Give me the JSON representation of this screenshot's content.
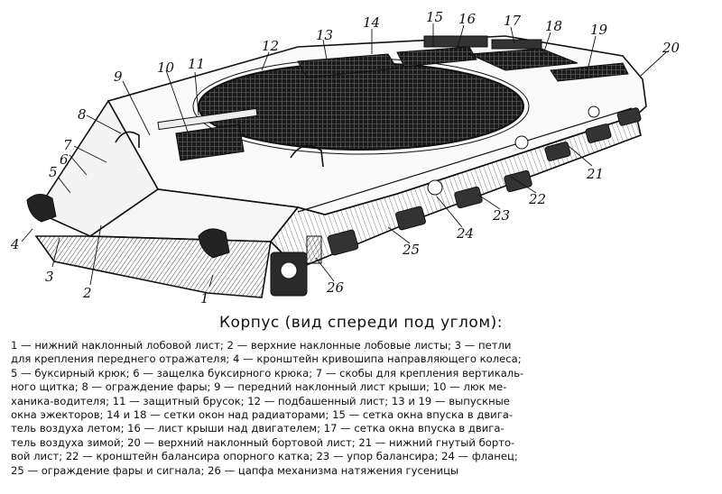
{
  "figure": {
    "labels": [
      {
        "id": "1",
        "text": "1"
      },
      {
        "id": "2",
        "text": "2"
      },
      {
        "id": "3",
        "text": "3"
      },
      {
        "id": "4",
        "text": "4"
      },
      {
        "id": "5",
        "text": "5"
      },
      {
        "id": "6",
        "text": "6"
      },
      {
        "id": "7",
        "text": "7"
      },
      {
        "id": "8",
        "text": "8"
      },
      {
        "id": "9",
        "text": "9"
      },
      {
        "id": "10",
        "text": "10"
      },
      {
        "id": "11",
        "text": "11"
      },
      {
        "id": "12",
        "text": "12"
      },
      {
        "id": "13",
        "text": "13"
      },
      {
        "id": "14",
        "text": "14"
      },
      {
        "id": "15",
        "text": "15"
      },
      {
        "id": "16",
        "text": "16"
      },
      {
        "id": "17",
        "text": "17"
      },
      {
        "id": "18",
        "text": "18"
      },
      {
        "id": "19",
        "text": "19"
      },
      {
        "id": "20",
        "text": "20"
      },
      {
        "id": "21",
        "text": "21"
      },
      {
        "id": "22",
        "text": "22"
      },
      {
        "id": "23",
        "text": "23"
      },
      {
        "id": "24",
        "text": "24"
      },
      {
        "id": "25",
        "text": "25"
      },
      {
        "id": "26",
        "text": "26"
      }
    ]
  },
  "title": "Корпус (вид спереди под углом):",
  "caption_lines": [
    "1 — нижний наклонный лобовой лист; 2 — верхние наклонные лобовые листы; 3 — петли",
    "для крепления переднего отражателя; 4 — кронштейн кривошипа направляющего колеса;",
    "5 — буксирный крюк; 6 — защелка буксирного крюка; 7 — скобы для крепления вертикаль-",
    "ного щитка; 8 — ограждение фары; 9 — передний наклонный лист крыши; 10 — люк ме-",
    "ханика-водителя; 11 — защитный брусок; 12 — подбашенный лист; 13 и 19 — выпускные",
    "окна эжекторов; 14 и 18 — сетки окон над радиаторами; 15 — сетка окна впуска в двига-",
    "тель воздуха летом; 16 — лист крыши над двигателем; 17 — сетка окна впуска в двига-",
    "тель воздуха зимой; 20 — верхний наклонный бортовой лист; 21 — нижний гнутый борто-",
    "вой лист; 22 — кронштейн балансира опорного катка; 23 — упор балансира; 24 — фланец;",
    "25 — ограждение фары и сигнала; 26 — цапфа механизма натяжения гусеницы"
  ]
}
